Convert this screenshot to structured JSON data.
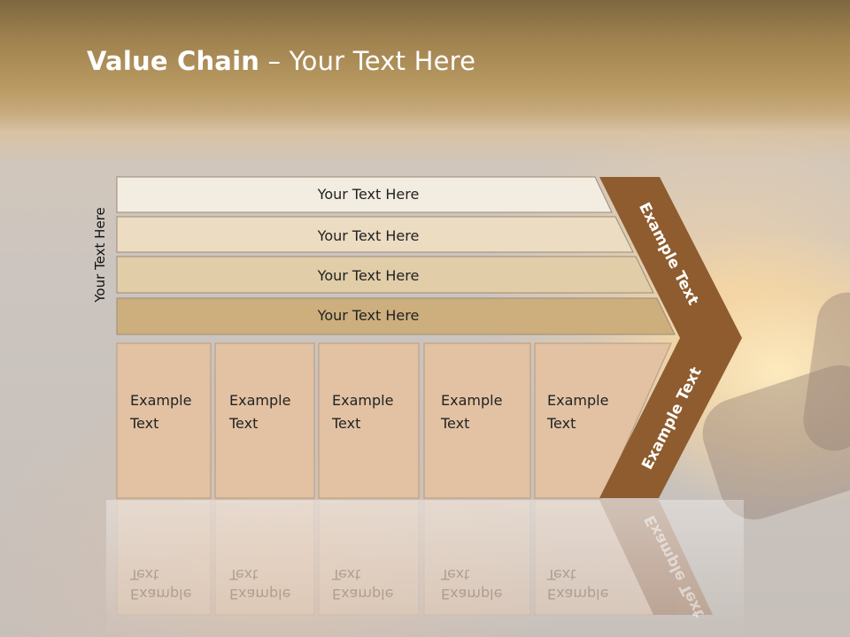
{
  "slide": {
    "title_bold": "Value Chain",
    "title_rest": " – Your Text Here",
    "side_label": "Your Text Here"
  },
  "bars": [
    {
      "label": "Your Text Here",
      "color": "#f3ece1"
    },
    {
      "label": "Your Text Here",
      "color": "#ecdcc2"
    },
    {
      "label": "Your Text Here",
      "color": "#e1cda8"
    },
    {
      "label": "Your Text Here",
      "color": "#cdaf7e"
    }
  ],
  "boxes": [
    {
      "label": "Example\nText"
    },
    {
      "label": "Example\nText"
    },
    {
      "label": "Example\nText"
    },
    {
      "label": "Example\nText"
    },
    {
      "label": "Example\nText"
    }
  ],
  "arrow": {
    "upper_label": "Example Text",
    "lower_label": "Example Text",
    "color": "#8e5c2e",
    "text_color": "#ffffff"
  },
  "colors": {
    "box_fill": "#e2c2a3",
    "box_stroke": "#b79a7d"
  }
}
